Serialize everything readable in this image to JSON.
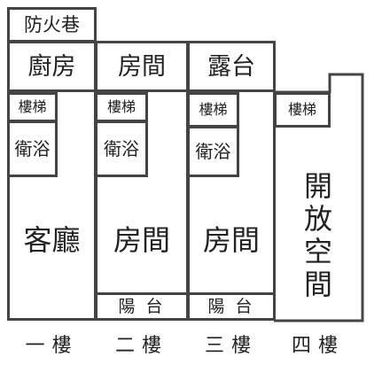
{
  "alley": "防火巷",
  "floors": {
    "f1": {
      "top_room": "廚房",
      "stair": "樓梯",
      "bath": "衛浴",
      "main_room": "客廳",
      "label": "一樓"
    },
    "f2": {
      "top_room": "房間",
      "stair": "樓梯",
      "bath": "衛浴",
      "main_room": "房間",
      "balcony": "陽 台",
      "label": "二樓"
    },
    "f3": {
      "top_room": "露台",
      "stair": "樓梯",
      "bath": "衛浴",
      "main_room": "房間",
      "balcony": "陽 台",
      "label": "三樓"
    },
    "f4": {
      "stair": "樓梯",
      "open_space": [
        "開",
        "放",
        "空",
        "間"
      ],
      "label": "四樓"
    }
  },
  "colors": {
    "wall": "#444444",
    "text": "#222222",
    "background": "#ffffff"
  }
}
